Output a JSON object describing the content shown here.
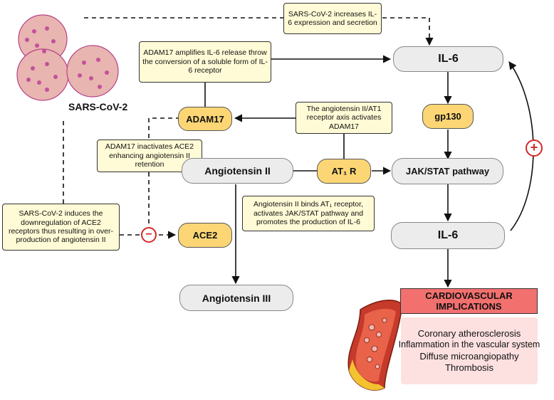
{
  "virus_label": "SARS-CoV-2",
  "notes": {
    "il6_expression": "SARS-CoV-2 increases IL-6 expression and secretion",
    "adam17_amplifies": "ADAM17 amplifies IL-6 release throw the conversion of a soluble form of IL-6 receptor",
    "axis_activates": "The angiotensin II/AT1 receptor axis activates ADAM17",
    "adam17_inactivates": "ADAM17 inactivates ACE2 enhancing angiotensin II retention",
    "sars_downregulation": "SARS-CoV-2 induces the downregulation of ACE2 receptors thus resulting in over-production of angiotensin II",
    "angii_binds": "Angiotensin II binds AT₁ receptor, activates JAK/STAT pathway and promotes the production of IL-6"
  },
  "nodes": {
    "il6_top": "IL-6",
    "gp130": "gp130",
    "adam17": "ADAM17",
    "angiotensin_ii": "Angiotensin II",
    "at1r": "AT₁ R",
    "jak_stat": "JAK/STAT pathway",
    "il6_mid": "IL-6",
    "ace2": "ACE2",
    "angiotensin_iii": "Angiotensin III"
  },
  "signs": {
    "minus": "−",
    "plus": "+"
  },
  "implications": {
    "header": "CARDIOVASCULAR IMPLICATIONS",
    "items": [
      "Coronary atherosclerosis",
      "Inflammation in the vascular system",
      "Diffuse microangiopathy",
      "Thrombosis"
    ]
  },
  "colors": {
    "note_fill": "#fffbd6",
    "grey_pill": "#ececec",
    "gold_pill": "#fcd675",
    "impl_header": "#f2706e",
    "impl_box": "#fde0e0",
    "inhibit_red": "#d62828"
  }
}
